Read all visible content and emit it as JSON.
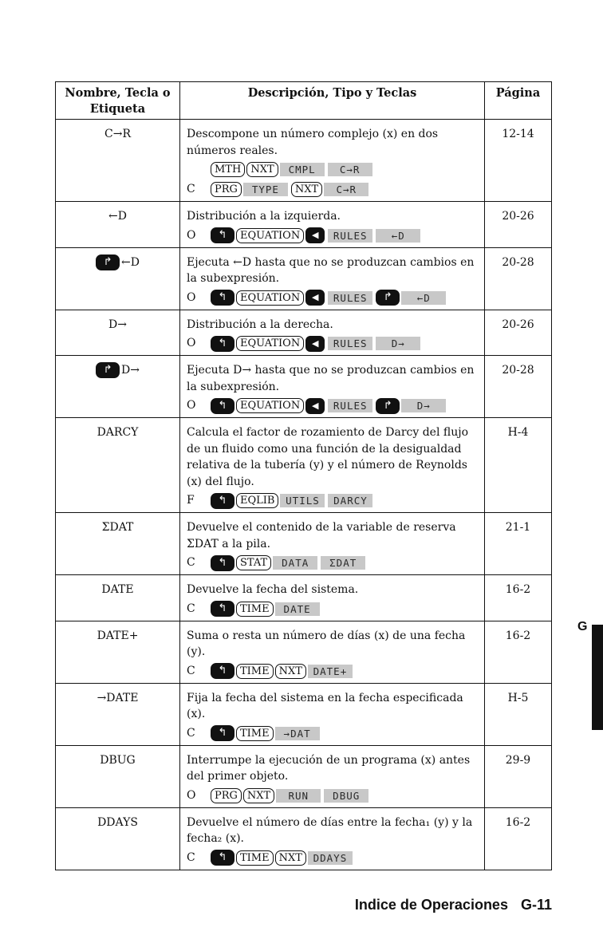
{
  "table": {
    "headers": [
      "Nombre, Tecla o Etiqueta",
      "Descripción, Tipo y Teclas",
      "Página"
    ],
    "rows": [
      {
        "name": "C→R",
        "desc": "Descompone un número complejo (x) en dos números reales.",
        "page": "12-14",
        "keylines": [
          {
            "type": "",
            "keys": [
              {
                "k": "key",
                "t": "MTH"
              },
              {
                "k": "key",
                "t": "NXT"
              },
              {
                "k": "menu",
                "t": "CMPL"
              },
              {
                "k": "menu",
                "t": "C→R"
              }
            ]
          },
          {
            "type": "C",
            "keys": [
              {
                "k": "key",
                "t": "PRG"
              },
              {
                "k": "menu",
                "t": "TYPE"
              },
              {
                "k": "key",
                "t": "NXT"
              },
              {
                "k": "menu",
                "t": "C→R"
              }
            ]
          }
        ]
      },
      {
        "name": "←D",
        "desc": "Distribución a la izquierda.",
        "page": "20-26",
        "keylines": [
          {
            "type": "O",
            "keys": [
              {
                "k": "shift",
                "t": "↰"
              },
              {
                "k": "key",
                "t": "EQUATION"
              },
              {
                "k": "arrow",
                "t": "◀"
              },
              {
                "k": "menu",
                "t": "RULES"
              },
              {
                "k": "menu",
                "t": "←D"
              }
            ]
          }
        ]
      },
      {
        "name": "←D",
        "namekey": "↱",
        "desc": "Ejecuta ←D hasta que no se produzcan cambios en la subexpresión.",
        "page": "20-28",
        "keylines": [
          {
            "type": "O",
            "keys": [
              {
                "k": "shift",
                "t": "↰"
              },
              {
                "k": "key",
                "t": "EQUATION"
              },
              {
                "k": "arrow",
                "t": "◀"
              },
              {
                "k": "menu",
                "t": "RULES"
              },
              {
                "k": "shift",
                "t": "↱"
              },
              {
                "k": "menu",
                "t": "←D"
              }
            ]
          }
        ]
      },
      {
        "name": "D→",
        "desc": "Distribución a la derecha.",
        "page": "20-26",
        "keylines": [
          {
            "type": "O",
            "keys": [
              {
                "k": "shift",
                "t": "↰"
              },
              {
                "k": "key",
                "t": "EQUATION"
              },
              {
                "k": "arrow",
                "t": "◀"
              },
              {
                "k": "menu",
                "t": "RULES"
              },
              {
                "k": "menu",
                "t": "D→"
              }
            ]
          }
        ]
      },
      {
        "name": "D→",
        "namekey": "↱",
        "desc": "Ejecuta D→ hasta que no se produzcan cambios en la subexpresión.",
        "page": "20-28",
        "keylines": [
          {
            "type": "O",
            "keys": [
              {
                "k": "shift",
                "t": "↰"
              },
              {
                "k": "key",
                "t": "EQUATION"
              },
              {
                "k": "arrow",
                "t": "◀"
              },
              {
                "k": "menu",
                "t": "RULES"
              },
              {
                "k": "shift",
                "t": "↱"
              },
              {
                "k": "menu",
                "t": "D→"
              }
            ]
          }
        ]
      },
      {
        "name": "DARCY",
        "desc": "Calcula el factor de rozamiento de Darcy del flujo de un fluido como una función de la desigualdad relativa de la tubería (y) y el número de Reynolds (x) del flujo.",
        "page": "H-4",
        "keylines": [
          {
            "type": "F",
            "keys": [
              {
                "k": "shift",
                "t": "↰"
              },
              {
                "k": "key",
                "t": "EQLIB"
              },
              {
                "k": "menu",
                "t": "UTILS"
              },
              {
                "k": "menu",
                "t": "DARCY"
              }
            ]
          }
        ]
      },
      {
        "name": "ΣDAT",
        "desc": "Devuelve el contenido de la variable de reserva ΣDAT a la pila.",
        "page": "21-1",
        "keylines": [
          {
            "type": "C",
            "keys": [
              {
                "k": "shift",
                "t": "↰"
              },
              {
                "k": "key",
                "t": "STAT"
              },
              {
                "k": "menu",
                "t": "DATA"
              },
              {
                "k": "menu",
                "t": "ΣDAT"
              }
            ]
          }
        ]
      },
      {
        "name": "DATE",
        "desc": "Devuelve la fecha del sistema.",
        "page": "16-2",
        "keylines": [
          {
            "type": "C",
            "keys": [
              {
                "k": "shift",
                "t": "↰"
              },
              {
                "k": "key",
                "t": "TIME"
              },
              {
                "k": "menu",
                "t": "DATE"
              }
            ]
          }
        ]
      },
      {
        "name": "DATE+",
        "desc": "Suma o resta un número de días (x) de una fecha (y).",
        "page": "16-2",
        "keylines": [
          {
            "type": "C",
            "keys": [
              {
                "k": "shift",
                "t": "↰"
              },
              {
                "k": "key",
                "t": "TIME"
              },
              {
                "k": "key",
                "t": "NXT"
              },
              {
                "k": "menu",
                "t": "DATE+"
              }
            ]
          }
        ]
      },
      {
        "name": "→DATE",
        "desc": "Fija la fecha del sistema en la fecha especificada (x).",
        "page": "H-5",
        "keylines": [
          {
            "type": "C",
            "keys": [
              {
                "k": "shift",
                "t": "↰"
              },
              {
                "k": "key",
                "t": "TIME"
              },
              {
                "k": "menu",
                "t": "→DAT"
              }
            ]
          }
        ]
      },
      {
        "name": "DBUG",
        "desc": "Interrumpe la ejecución de un programa (x) antes del primer objeto.",
        "page": "29-9",
        "keylines": [
          {
            "type": "O",
            "keys": [
              {
                "k": "key",
                "t": "PRG"
              },
              {
                "k": "key",
                "t": "NXT"
              },
              {
                "k": "menu",
                "t": "RUN"
              },
              {
                "k": "menu",
                "t": "DBUG"
              }
            ]
          }
        ]
      },
      {
        "name": "DDAYS",
        "desc": "Devuelve el número de días entre la fecha₁ (y) y la fecha₂ (x).",
        "page": "16-2",
        "keylines": [
          {
            "type": "C",
            "keys": [
              {
                "k": "shift",
                "t": "↰"
              },
              {
                "k": "key",
                "t": "TIME"
              },
              {
                "k": "key",
                "t": "NXT"
              },
              {
                "k": "menu",
                "t": "DDAYS"
              }
            ]
          }
        ]
      }
    ]
  },
  "side_tab": {
    "letter": "G"
  },
  "footer": {
    "section": "Indice de Operaciones",
    "page": "G-11"
  }
}
